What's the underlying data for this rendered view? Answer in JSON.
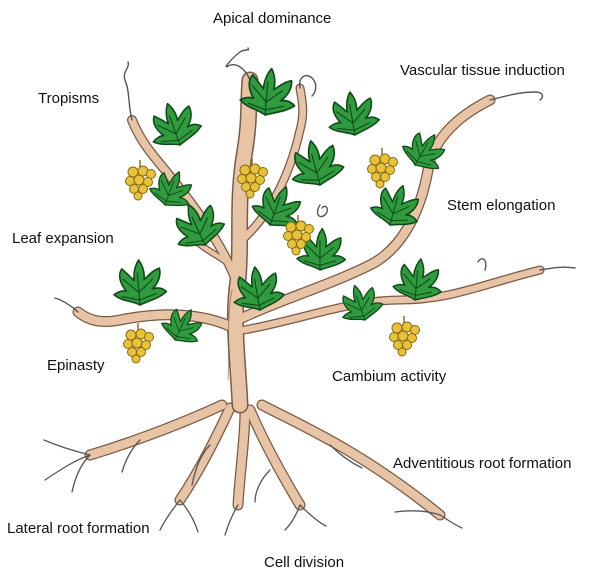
{
  "labels": {
    "apical_dominance": "Apical dominance",
    "vascular_tissue_induction": "Vascular tissue induction",
    "tropisms": "Tropisms",
    "stem_elongation": "Stem elongation",
    "leaf_expansion": "Leaf expansion",
    "epinasty": "Epinasty",
    "cambium_activity": "Cambium activity",
    "adventitious_root_formation": "Adventitious root formation",
    "lateral_root_formation": "Lateral root formation",
    "cell_division": "Cell division"
  },
  "colors": {
    "stem_fill": "#e8c4a6",
    "stem_outline": "#7a5a44",
    "leaf_fill": "#2f9a3e",
    "leaf_outline": "#0f4a18",
    "grape_fill": "#e7c23a",
    "grape_outline": "#8a6a10",
    "tendril": "#555555",
    "text": "#111111"
  },
  "icons": [
    "vine-plant-illustration",
    "leaf-icon",
    "grape-cluster-icon",
    "tendril-icon",
    "root-icon"
  ]
}
